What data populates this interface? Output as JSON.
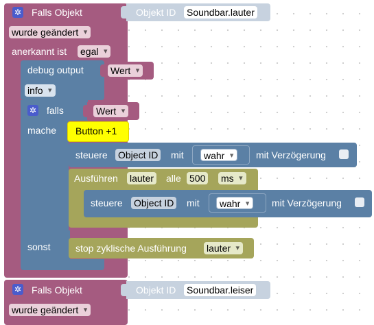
{
  "block1": {
    "title": "Falls Objekt",
    "object_label": "Objekt ID",
    "object_id": "Soundbar.lauter",
    "trigger": "wurde geändert",
    "ack_label": "anerkannt ist",
    "ack_value": "egal"
  },
  "debug": {
    "label": "debug output",
    "value": "Wert",
    "level": "info"
  },
  "if_block": {
    "if_label": "falls",
    "condition": "Wert",
    "then_label": "mache",
    "else_label": "sonst",
    "comment": "Button +1"
  },
  "control1": {
    "label": "steuere",
    "object": "Object ID",
    "with": "mit",
    "value": "wahr",
    "delay": "mit Verzögerung"
  },
  "interval": {
    "label": "Ausführen",
    "name": "lauter",
    "every": "alle",
    "amount": "500",
    "unit": "ms"
  },
  "control2": {
    "label": "steuere",
    "object": "Object ID",
    "with": "mit",
    "value": "wahr",
    "delay": "mit Verzögerung"
  },
  "stop": {
    "label": "stop zyklische Ausführung",
    "name": "lauter"
  },
  "block2": {
    "title": "Falls Objekt",
    "object_label": "Objekt ID",
    "object_id": "Soundbar.leiser",
    "trigger": "wurde geändert"
  },
  "colors": {
    "event": "#a55b80",
    "logic": "#5b80a5",
    "timer": "#a5a55b",
    "comment": "#ffff00",
    "object_input": "#c7d2df"
  }
}
